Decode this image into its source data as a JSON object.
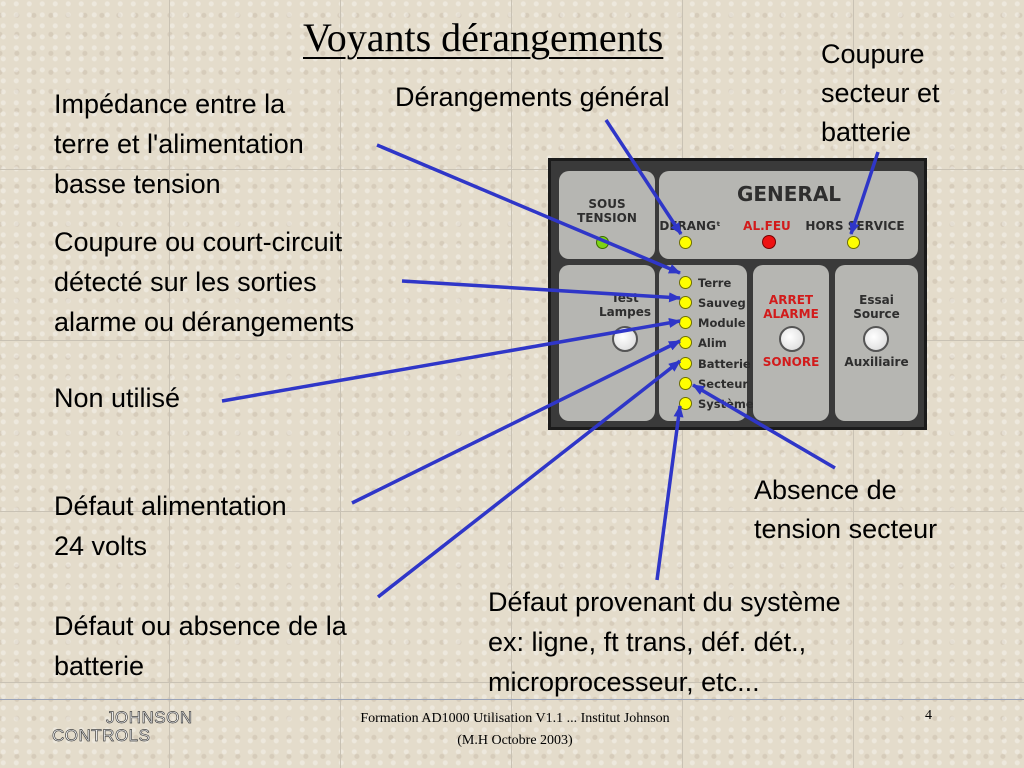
{
  "title": "Voyants dérangements",
  "labels": {
    "impedance": "Impédance entre la\nterre et l'alimentation\nbasse tension",
    "coupure_cc": "Coupure ou court-circuit\ndétecté sur les sorties\nalarme ou dérangements",
    "non_utilise": "Non utilisé",
    "defaut_alim": "Défaut alimentation\n24 volts",
    "defaut_batterie": "Défaut ou absence de la\nbatterie",
    "derangements_general": "Dérangements général",
    "coupure_secteur": "Coupure\nsecteur et\nbatterie",
    "absence_tension": "Absence de\ntension secteur",
    "defaut_systeme": "Défaut provenant du système\nex: ligne, ft trans, déf. dét.,\nmicroprocesseur, etc..."
  },
  "panel": {
    "sous_tension": "SOUS\nTENSION",
    "general": "GENERAL",
    "derangt": "DERANGᵗ",
    "al_feu": "AL.FEU",
    "hors_service": "HORS SERVICE",
    "test_lampes": "Test\nLampes",
    "arret_alarme": "ARRET\nALARME",
    "sonore": "SONORE",
    "essai_source": "Essai\nSource",
    "auxiliaire": "Auxiliaire",
    "indicators": [
      "Terre",
      "Sauveg",
      "Module",
      "Alim",
      "Batterie",
      "Secteur",
      "Système"
    ]
  },
  "footer": {
    "text": "Formation AD1000 Utilisation V1.1 ... Institut Johnson   (M.H Octobre 2003)",
    "page_number": "4",
    "logo_top": "JOHNSON",
    "logo_bottom": "CONTROLS"
  },
  "colors": {
    "arrow": "#2f36c8",
    "led_yellow": "#ffff00",
    "led_red": "#ee1111",
    "led_green": "#7ed414"
  }
}
